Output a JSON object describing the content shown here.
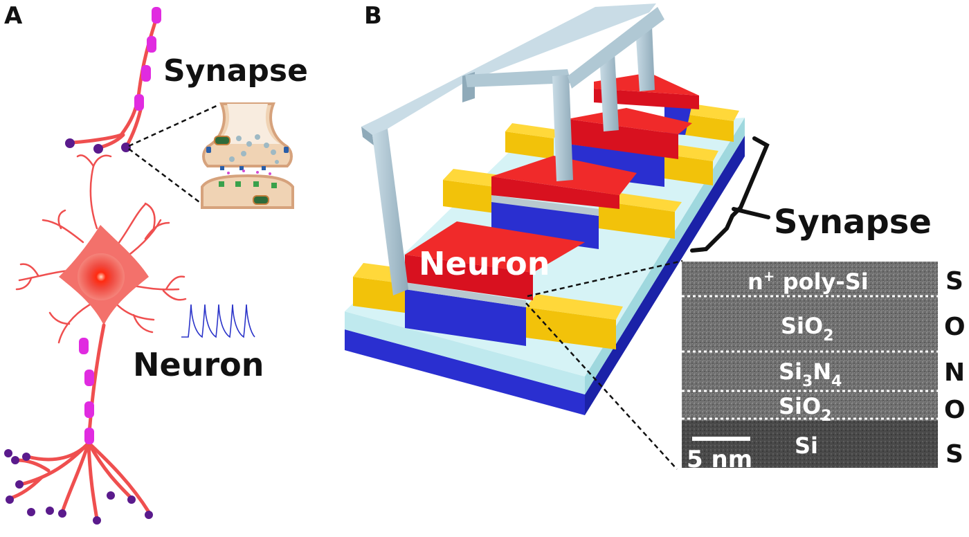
{
  "panel_a": {
    "letter": "A",
    "synapse_label": "Synapse",
    "neuron_label": "Neuron"
  },
  "panel_b": {
    "letter": "B",
    "neuron_label": "Neuron",
    "synapse_label": "Synapse",
    "tem": {
      "layers": [
        {
          "main": "n",
          "sup": "+",
          "rest": " poly-Si",
          "side": "S"
        },
        {
          "main": "SiO",
          "sub": "2",
          "side": "O"
        },
        {
          "main": "Si",
          "sub": "3",
          "mid": "N",
          "sub2": "4",
          "side": "N"
        },
        {
          "main": "SiO",
          "sub": "2",
          "side": "O"
        },
        {
          "main": "Si",
          "side": "S"
        }
      ],
      "scale_bar": "5 nm"
    }
  },
  "colors": {
    "gate_red": "#d8111f",
    "channel_blue": "#2a2fd0",
    "contact_yellow": "#f2c20a",
    "substrate_cyan": "#bfe9ee",
    "metal_grey": "#a9c3d3",
    "axon_red": "#ef4f4f",
    "myelin_magenta": "#e02be0",
    "terminal_purple": "#5a1a8c"
  }
}
